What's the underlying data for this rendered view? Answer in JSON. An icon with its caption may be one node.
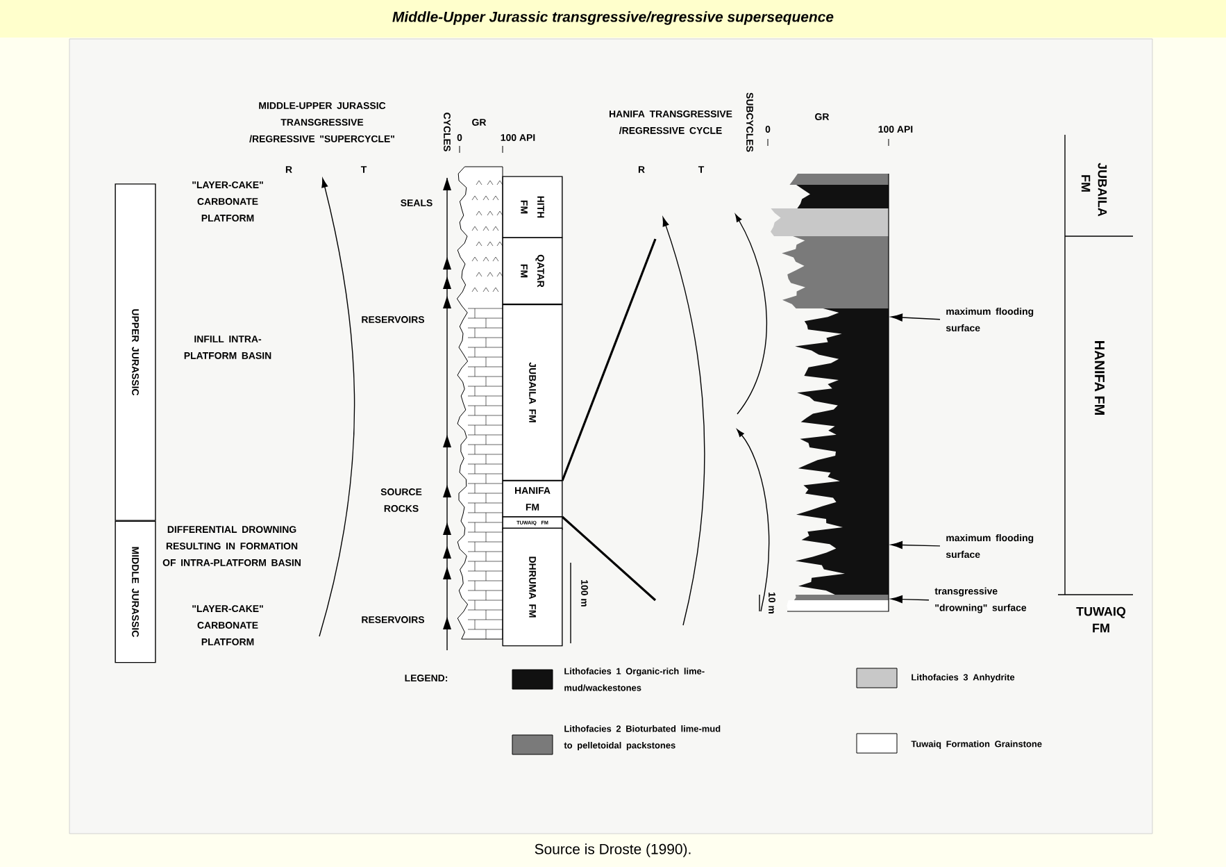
{
  "diagram": {
    "title": "Middle-Upper Jurassic transgressive/regressive supersequence",
    "caption": "Source is Droste (1990).",
    "nodes": [
      {
        "text": [
          "UPPER JURASSIC"
        ]
      },
      {
        "text": [
          "MIDDLE JURASSIC"
        ]
      },
      {
        "text": [
          "HITH FM"
        ]
      },
      {
        "text": [
          "QATAR FM"
        ]
      },
      {
        "text": [
          "JUBAILA FM"
        ]
      },
      {
        "text": [
          "HANIFA FM"
        ]
      },
      {
        "text": [
          "TUWAIQ FM"
        ]
      },
      {
        "text": [
          "DHRUMA FM"
        ]
      },
      {
        "text": [
          "maximum flooding surface"
        ]
      },
      {
        "text": [
          "maximum flooding surface"
        ]
      },
      {
        "text": [
          "transgressive \"drowning\" surface"
        ]
      },
      {
        "text": [],
        "shape": "picture"
      }
    ],
    "edges": [
      {
        "from": 8,
        "to": 11,
        "arrow": "to"
      },
      {
        "from": 9,
        "to": 11,
        "arrow": "to"
      },
      {
        "from": 10,
        "to": 11,
        "arrow": "to"
      }
    ],
    "labels": [
      "MIDDLE-UPPER JURASSIC TRANSGRESSIVE /REGRESSIVE \"SUPERCYCLE\"",
      "CYCLES",
      "0",
      "GR",
      "100 API",
      "HANIFA TRANSGRESSIVE /REGRESSIVE CYCLE",
      "SUBCYCLES",
      "0",
      "GR",
      "100 API",
      "R",
      "T",
      "R",
      "T",
      "\"LAYER-CAKE\" CARBONATE PLATFORM",
      "SEALS",
      "JUBAILA FM",
      "RESERVOIRS",
      "INFILL INTRA-PLATFORM BASIN",
      "HANIFA FM",
      "SOURCE ROCKS",
      "DIFFERENTIAL DROWNING RESULTING IN FORMATION OF INTRA-PLATFORM BASIN",
      "100 m",
      "10 m",
      "TUWAIQ FM",
      "\"LAYER-CAKE\" CARBONATE PLATFORM",
      "RESERVOIRS",
      "LEGEND:"
    ],
    "legend": [
      {
        "text": "Lithofacies 1 Organic-rich lime-mud/wackestones",
        "color": "#111111"
      },
      {
        "text": "Lithofacies 3 Anhydrite",
        "color": "#c8c8c8"
      },
      {
        "text": "Lithofacies 2 Bioturbated lime-mud to pelletoidal packstones",
        "color": "#7a7a7a"
      },
      {
        "text": "Tuwaiq Formation Grainstone",
        "color": "#ffffff"
      }
    ]
  }
}
